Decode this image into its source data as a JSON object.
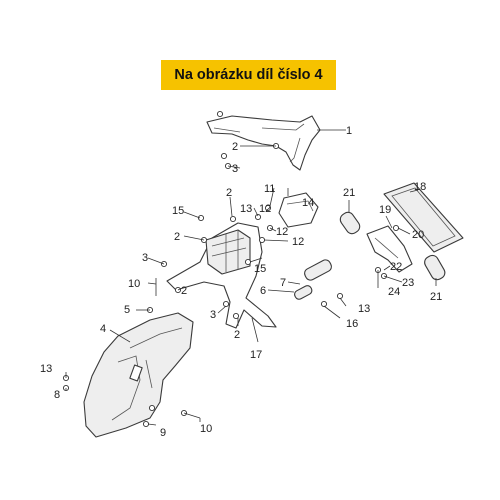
{
  "banner": {
    "text": "Na obrázku díl číslo 4",
    "color": "#f6c200"
  },
  "callouts": [
    {
      "id": "c1",
      "label": "1"
    },
    {
      "id": "c2a",
      "label": "2"
    },
    {
      "id": "c3a",
      "label": "3"
    },
    {
      "id": "c2b",
      "label": "2"
    },
    {
      "id": "c15a",
      "label": "15"
    },
    {
      "id": "c2c",
      "label": "2"
    },
    {
      "id": "c13a",
      "label": "13"
    },
    {
      "id": "c12a",
      "label": "12"
    },
    {
      "id": "c11",
      "label": "11"
    },
    {
      "id": "c12b",
      "label": "12"
    },
    {
      "id": "c14",
      "label": "14"
    },
    {
      "id": "c12c",
      "label": "12"
    },
    {
      "id": "c21a",
      "label": "21"
    },
    {
      "id": "c18",
      "label": "18"
    },
    {
      "id": "c19",
      "label": "19"
    },
    {
      "id": "c20",
      "label": "20"
    },
    {
      "id": "c3b",
      "label": "3"
    },
    {
      "id": "c15b",
      "label": "15"
    },
    {
      "id": "c10a",
      "label": "10"
    },
    {
      "id": "c2d",
      "label": "2"
    },
    {
      "id": "c7",
      "label": "7"
    },
    {
      "id": "c6",
      "label": "6"
    },
    {
      "id": "c22",
      "label": "22"
    },
    {
      "id": "c23",
      "label": "23"
    },
    {
      "id": "c24",
      "label": "24"
    },
    {
      "id": "c21b",
      "label": "21"
    },
    {
      "id": "c5",
      "label": "5"
    },
    {
      "id": "c3c",
      "label": "3"
    },
    {
      "id": "c13b",
      "label": "13"
    },
    {
      "id": "c4",
      "label": "4"
    },
    {
      "id": "c16",
      "label": "16"
    },
    {
      "id": "c2e",
      "label": "2"
    },
    {
      "id": "c17",
      "label": "17"
    },
    {
      "id": "c13c",
      "label": "13"
    },
    {
      "id": "c8",
      "label": "8"
    },
    {
      "id": "c9",
      "label": "9"
    },
    {
      "id": "c10b",
      "label": "10"
    }
  ]
}
